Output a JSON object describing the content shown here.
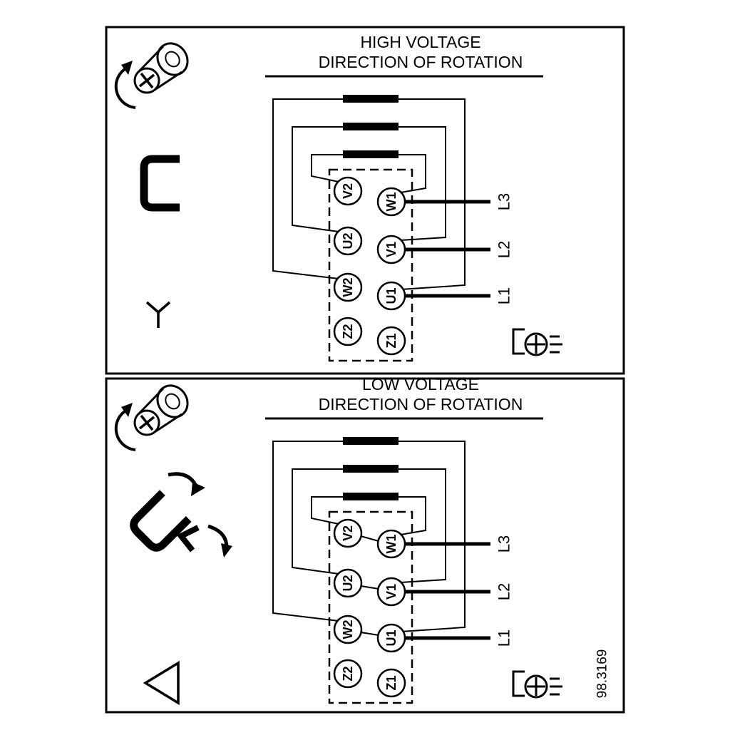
{
  "figure": {
    "number": "98.3169"
  },
  "colors": {
    "line": "#000000",
    "background": "#ffffff"
  },
  "panels": [
    {
      "id": "high-voltage",
      "title_line1": "HIGH VOLTAGE",
      "title_line2": "DIRECTION OF ROTATION",
      "connection_symbol": "star",
      "terminals": {
        "left": [
          "V2",
          "U2",
          "W2",
          "Z2"
        ],
        "right": [
          "W1",
          "V1",
          "U1",
          "Z1"
        ]
      },
      "supply_lines": [
        "L3",
        "L2",
        "L1"
      ]
    },
    {
      "id": "low-voltage",
      "title_line1": "LOW VOLTAGE",
      "title_line2": "DIRECTION OF ROTATION",
      "connection_symbol": "delta",
      "terminals": {
        "left": [
          "V2",
          "U2",
          "W2",
          "Z2"
        ],
        "right": [
          "W1",
          "V1",
          "U1",
          "Z1"
        ]
      },
      "supply_lines": [
        "L3",
        "L2",
        "L1"
      ]
    }
  ],
  "icons": {
    "screw_rotation": "screw-rotation-icon",
    "terminal_link": "terminal-link-icon",
    "star_connection": "star-symbol-icon",
    "delta_connection": "delta-symbol-icon",
    "links_rearrange": "links-rearrange-icon",
    "earth_ground": "ground-screw-icon"
  }
}
